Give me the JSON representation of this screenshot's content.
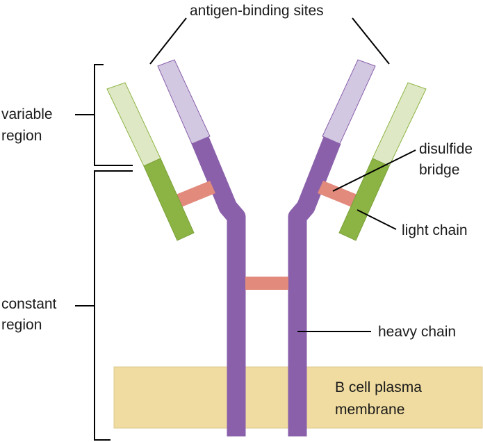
{
  "labels": {
    "antigen_binding_sites": "antigen-binding sites",
    "variable_region_line1": "variable",
    "variable_region_line2": "region",
    "constant_region_line1": "constant",
    "constant_region_line2": "region",
    "disulfide_bridge_line1": "disulfide",
    "disulfide_bridge_line2": "bridge",
    "light_chain": "light chain",
    "heavy_chain": "heavy chain",
    "membrane_line1": "B cell plasma",
    "membrane_line2": "membrane"
  },
  "colors": {
    "heavy_chain": "#8a60ab",
    "heavy_chain_variable": "#d2c8e2",
    "light_chain_constant": "#8cb444",
    "light_chain_variable": "#dfe8c4",
    "disulfide_bridge": "#e28a7c",
    "membrane": "#f0dca0",
    "membrane_border": "#dcc88c",
    "leader_line": "#000000"
  }
}
